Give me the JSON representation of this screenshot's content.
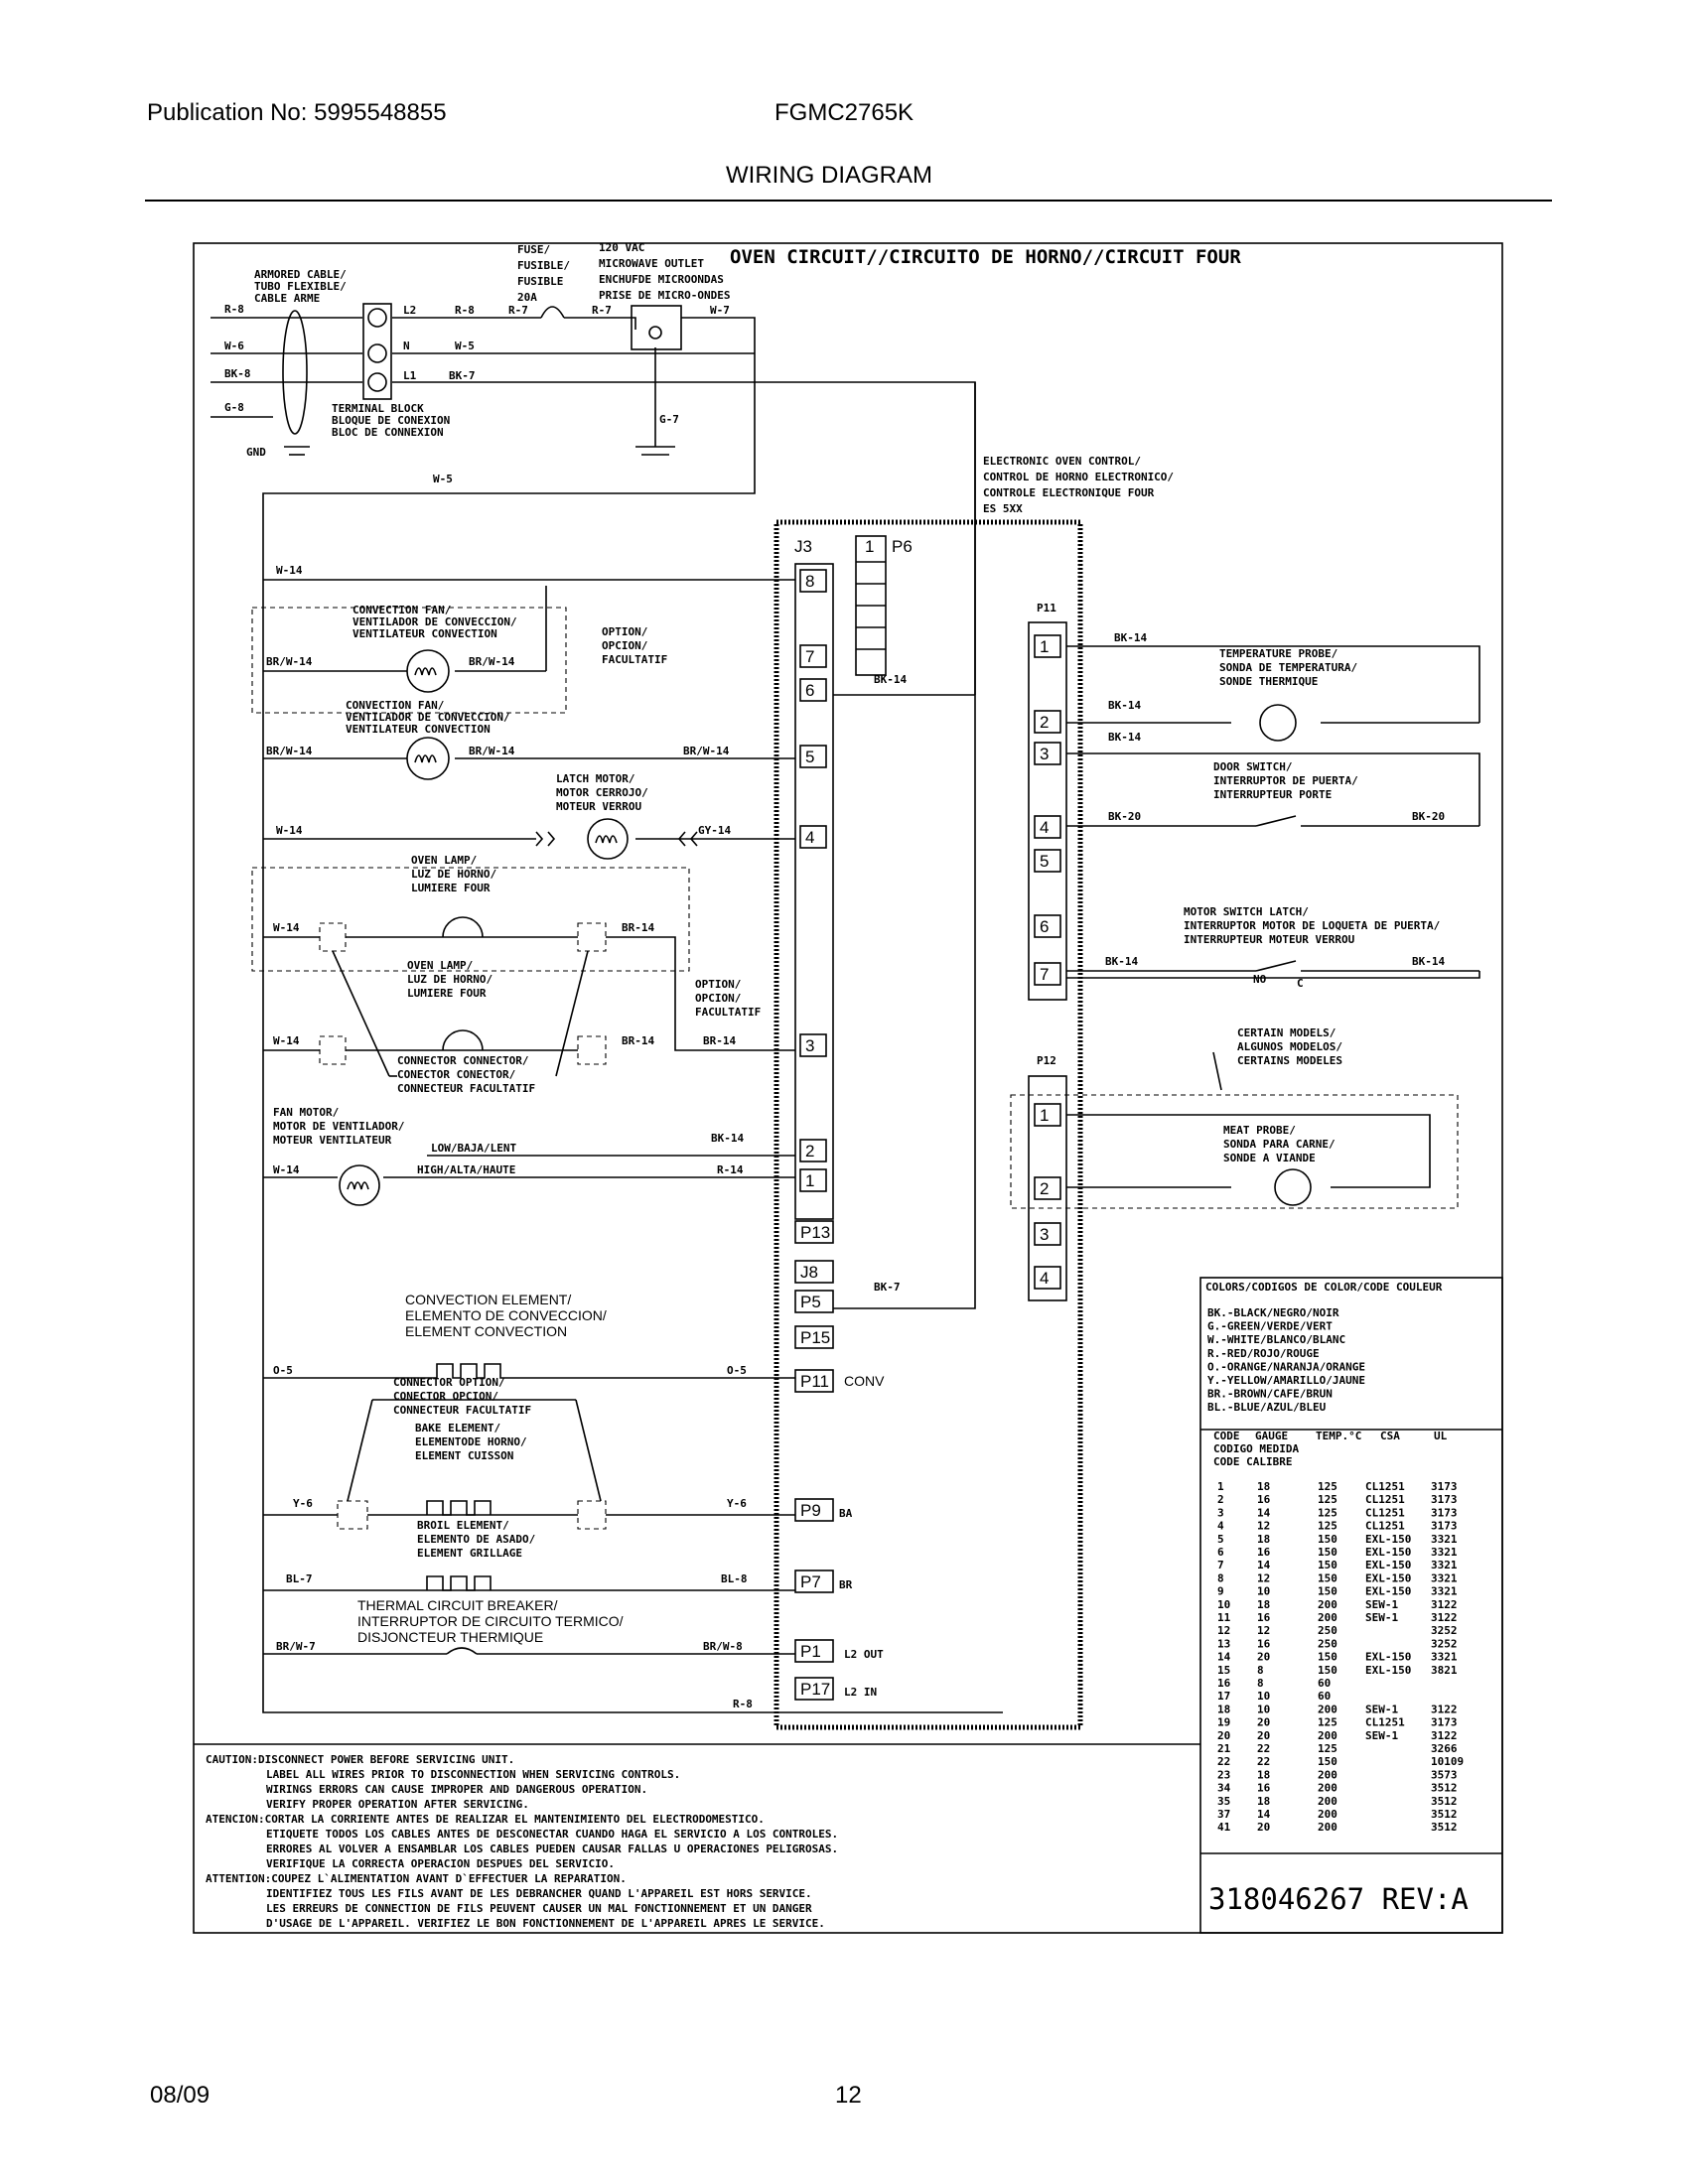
{
  "header": {
    "publication": "Publication No: 5995548855",
    "model": "FGMC2765K",
    "title": "WIRING DIAGRAM"
  },
  "footer": {
    "date": "08/09",
    "page": "12"
  },
  "diagram": {
    "main_title": "OVEN CIRCUIT//CIRCUITO DE HORNO//CIRCUIT FOUR",
    "supply": {
      "armored": [
        "ARMORED CABLE/",
        "TUBO FLEXIBLE/",
        "CABLE ARME"
      ],
      "terminal": [
        "TERMINAL BLOCK",
        "BLOQUE DE CONEXION",
        "BLOC DE CONNEXION"
      ],
      "fuse": [
        "FUSE/",
        "FUSIBLE/",
        "FUSIBLE",
        "20A"
      ],
      "outlet": [
        "120 VAC",
        "MICROWAVE OUTLET",
        "ENCHUFDE MICROONDAS",
        "PRISE DE MICRO-ONDES"
      ],
      "gnd": "GND"
    },
    "eoc": [
      "ELECTRONIC OVEN CONTROL/",
      "CONTROL DE HORNO ELECTRONICO/",
      "CONTROLE ELECTRONIQUE FOUR",
      "ES 5XX"
    ],
    "connectors": {
      "j3": "J3",
      "p6": "P6",
      "p11": "P11",
      "p12": "P12",
      "p6_pin": "1"
    },
    "j3_pins": [
      "8",
      "7",
      "6",
      "5",
      "4",
      "3",
      "2",
      "1"
    ],
    "board_ports": [
      "P13",
      "J8",
      "P5",
      "P15",
      "P11",
      "P9",
      "P7",
      "P1",
      "P17"
    ],
    "port_labels": {
      "conv": "CONV",
      "ba": "BA",
      "br": "BR",
      "l2out": "L2 OUT",
      "l2in": "L2 IN"
    },
    "p11_pins": [
      "1",
      "2",
      "3",
      "4",
      "5",
      "6",
      "7"
    ],
    "p12_pins": [
      "1",
      "2",
      "3",
      "4"
    ],
    "wires": {
      "r8": "R-8",
      "w6": "W-6",
      "bk8": "BK-8",
      "g8": "G-8",
      "l2": "L2",
      "n": "N",
      "l1": "L1",
      "r8b": "R-8",
      "w5": "W-5",
      "bk7": "BK-7",
      "r7": "R-7",
      "r7b": "R-7",
      "w7": "W-7",
      "g7": "G-7",
      "w5b": "W-5",
      "w14": "W-14",
      "brw14": "BR/W-14",
      "bk14": "BK-14",
      "gy14": "GY-14",
      "br14": "BR-14",
      "r14": "R-14",
      "o5": "O-5",
      "y6": "Y-6",
      "bl7": "BL-7",
      "bl8": "BL-8",
      "brw7": "BR/W-7",
      "brw8": "BR/W-8",
      "bk20": "BK-20"
    },
    "labels": {
      "conv_fan": [
        "CONVECTION FAN/",
        "VENTILADOR DE CONVECCION/",
        "VENTILATEUR CONVECTION"
      ],
      "option": [
        "OPTION/",
        "OPCION/",
        "FACULTATIF"
      ],
      "latch_motor": [
        "LATCH MOTOR/",
        "MOTOR CERROJO/",
        "MOTEUR VERROU"
      ],
      "oven_lamp": [
        "OVEN LAMP/",
        "LUZ DE HORNO/",
        "LUMIERE FOUR"
      ],
      "conn_conn": [
        "CONNECTOR CONNECTOR/",
        "CONECTOR CONECTOR/",
        "CONNECTEUR FACULTATIF"
      ],
      "fan_motor": [
        "FAN MOTOR/",
        "MOTOR DE VENTILADOR/",
        "MOTEUR VENTILATEUR"
      ],
      "low": "LOW/BAJA/LENT",
      "high": "HIGH/ALTA/HAUTE",
      "conv_elem": [
        "CONVECTION ELEMENT/",
        "ELEMENTO DE CONVECCION/",
        "ELEMENT CONVECTION"
      ],
      "conn_option": [
        "CONNECTOR OPTION/",
        "CONECTOR OPCION/",
        "CONNECTEUR FACULTATIF"
      ],
      "bake": [
        "BAKE ELEMENT/",
        "ELEMENTODE HORNO/",
        "ELEMENT CUISSON"
      ],
      "broil": [
        "BROIL ELEMENT/",
        "ELEMENTO DE ASADO/",
        "ELEMENT GRILLAGE"
      ],
      "thermal": [
        "THERMAL CIRCUIT BREAKER/",
        "INTERRUPTOR DE CIRCUITO TERMICO/",
        "DISJONCTEUR THERMIQUE"
      ],
      "temp_probe": [
        "TEMPERATURE PROBE/",
        "SONDA DE TEMPERATURA/",
        "SONDE THERMIQUE"
      ],
      "door_switch": [
        "DOOR SWITCH/",
        "INTERRUPTOR DE PUERTA/",
        "INTERRUPTEUR PORTE"
      ],
      "motor_switch": [
        "MOTOR SWITCH LATCH/",
        "INTERRUPTOR MOTOR DE LOQUETA DE PUERTA/",
        "INTERRUPTEUR MOTEUR VERROU"
      ],
      "no": "NO",
      "c": "C",
      "certain": [
        "CERTAIN MODELS/",
        "ALGUNOS MODELOS/",
        "CERTAINS MODELES"
      ],
      "meat_probe": [
        "MEAT PROBE/",
        "SONDA PARA CARNE/",
        "SONDE A VIANDE"
      ]
    },
    "colors_title": "COLORS/CODIGOS DE COLOR/CODE COULEUR",
    "colors": [
      "BK.-BLACK/NEGRO/NOIR",
      "G.-GREEN/VERDE/VERT",
      "W.-WHITE/BLANCO/BLANC",
      "R.-RED/ROJO/ROUGE",
      "O.-ORANGE/NARANJA/ORANGE",
      "Y.-YELLOW/AMARILLO/JAUNE",
      "BR.-BROWN/CAFE/BRUN",
      "BL.-BLUE/AZUL/BLEU"
    ],
    "gauge_headers": [
      "CODE",
      "GAUGE",
      "TEMP.°C",
      "CSA",
      "UL"
    ],
    "gauge_sub": [
      "CODIGO MEDIDA",
      "CODE  CALIBRE"
    ],
    "gauge_rows": [
      [
        "1",
        "18",
        "125",
        "CL1251",
        "3173"
      ],
      [
        "2",
        "16",
        "125",
        "CL1251",
        "3173"
      ],
      [
        "3",
        "14",
        "125",
        "CL1251",
        "3173"
      ],
      [
        "4",
        "12",
        "125",
        "CL1251",
        "3173"
      ],
      [
        "5",
        "18",
        "150",
        "EXL-150",
        "3321"
      ],
      [
        "6",
        "16",
        "150",
        "EXL-150",
        "3321"
      ],
      [
        "7",
        "14",
        "150",
        "EXL-150",
        "3321"
      ],
      [
        "8",
        "12",
        "150",
        "EXL-150",
        "3321"
      ],
      [
        "9",
        "10",
        "150",
        "EXL-150",
        "3321"
      ],
      [
        "10",
        "18",
        "200",
        "SEW-1",
        "3122"
      ],
      [
        "11",
        "16",
        "200",
        "SEW-1",
        "3122"
      ],
      [
        "12",
        "12",
        "250",
        "",
        "3252"
      ],
      [
        "13",
        "16",
        "250",
        "",
        "3252"
      ],
      [
        "14",
        "20",
        "150",
        "EXL-150",
        "3321"
      ],
      [
        "15",
        "8",
        "150",
        "EXL-150",
        "3821"
      ],
      [
        "16",
        "8",
        "60",
        "",
        ""
      ],
      [
        "17",
        "10",
        "60",
        "",
        ""
      ],
      [
        "18",
        "10",
        "200",
        "SEW-1",
        "3122"
      ],
      [
        "19",
        "20",
        "125",
        "CL1251",
        "3173"
      ],
      [
        "20",
        "20",
        "200",
        "SEW-1",
        "3122"
      ],
      [
        "21",
        "22",
        "125",
        "",
        "3266"
      ],
      [
        "22",
        "22",
        "150",
        "",
        "10109"
      ],
      [
        "23",
        "18",
        "200",
        "",
        "3573"
      ],
      [
        "34",
        "16",
        "200",
        "",
        "3512"
      ],
      [
        "35",
        "18",
        "200",
        "",
        "3512"
      ],
      [
        "37",
        "14",
        "200",
        "",
        "3512"
      ],
      [
        "41",
        "20",
        "200",
        "",
        "3512"
      ]
    ],
    "caution": [
      "CAUTION:DISCONNECT POWER BEFORE SERVICING UNIT.",
      "LABEL ALL WIRES PRIOR TO DISCONNECTION WHEN SERVICING CONTROLS.",
      "WIRINGS ERRORS CAN CAUSE IMPROPER AND DANGEROUS OPERATION.",
      "VERIFY PROPER OPERATION AFTER SERVICING.",
      "ATENCION:CORTAR LA CORRIENTE ANTES DE REALIZAR EL MANTENIMIENTO DEL ELECTRODOMESTICO.",
      "ETIQUETE TODOS LOS CABLES ANTES DE DESCONECTAR CUANDO HAGA EL SERVICIO A LOS CONTROLES.",
      "ERRORES AL VOLVER A ENSAMBLAR LOS CABLES PUEDEN CAUSAR FALLAS U OPERACIONES PELIGROSAS.",
      "VERIFIQUE LA CORRECTA OPERACION DESPUES DEL SERVICIO.",
      "ATTENTION:COUPEZ L`ALIMENTATION AVANT D`EFFECTUER LA REPARATION.",
      "IDENTIFIEZ TOUS LES FILS AVANT DE LES DEBRANCHER QUAND L'APPAREIL EST HORS SERVICE.",
      "LES ERREURS DE CONNECTION DE FILS PEUVENT CAUSER UN MAL FONCTIONNEMENT ET UN DANGER",
      "D'USAGE DE L'APPAREIL. VERIFIEZ LE BON FONCTIONNEMENT DE L'APPAREIL APRES LE SERVICE."
    ],
    "part_number": "318046267 REV:A"
  }
}
